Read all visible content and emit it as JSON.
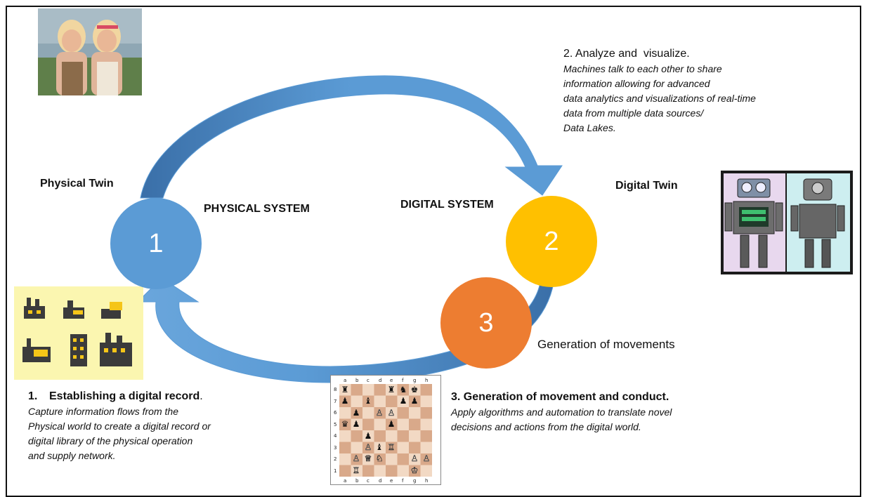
{
  "labels": {
    "physical_twin": "Physical Twin",
    "physical_system": "PHYSICAL SYSTEM",
    "digital_system": "DIGITAL SYSTEM",
    "digital_twin": "Digital Twin",
    "generation_of_movements": "Generation of movements"
  },
  "nodes": [
    {
      "number": "1",
      "color": "#5b9bd5"
    },
    {
      "number": "2",
      "color": "#ffc000"
    },
    {
      "number": "3",
      "color": "#ed7d31"
    }
  ],
  "step2": {
    "title": "2. Analyze and  visualize.",
    "lines": [
      "Machines talk to each other to share",
      "information allowing for advanced",
      "data analytics and visualizations of real-time",
      "data from multiple data sources/",
      "Data Lakes."
    ]
  },
  "step1": {
    "number": "1.",
    "title": "Establishing a digital record",
    "title_period": ".",
    "lines": [
      "Capture information flows from the",
      "Physical world to create a digital record or",
      "digital library of the physical operation",
      "and supply network."
    ]
  },
  "step3": {
    "title": "3. Generation of movement and conduct.",
    "lines": [
      "Apply algorithms and automation to translate novel",
      "decisions and actions from the digital world."
    ]
  },
  "chessboard": {
    "files": [
      "a",
      "b",
      "c",
      "d",
      "e",
      "f",
      "g",
      "h"
    ],
    "ranks": [
      "8",
      "7",
      "6",
      "5",
      "4",
      "3",
      "2",
      "1"
    ]
  },
  "colors": {
    "arrow_blue": "#4f88c6",
    "arrow_dark": "#3a6fa8",
    "factory_bg": "#fbf6b0",
    "factory_dark": "#3b3b3b",
    "factory_yellow": "#f5c518",
    "robot_bg_left": "#e8d8ee",
    "robot_bg_right": "#cdeef0"
  }
}
